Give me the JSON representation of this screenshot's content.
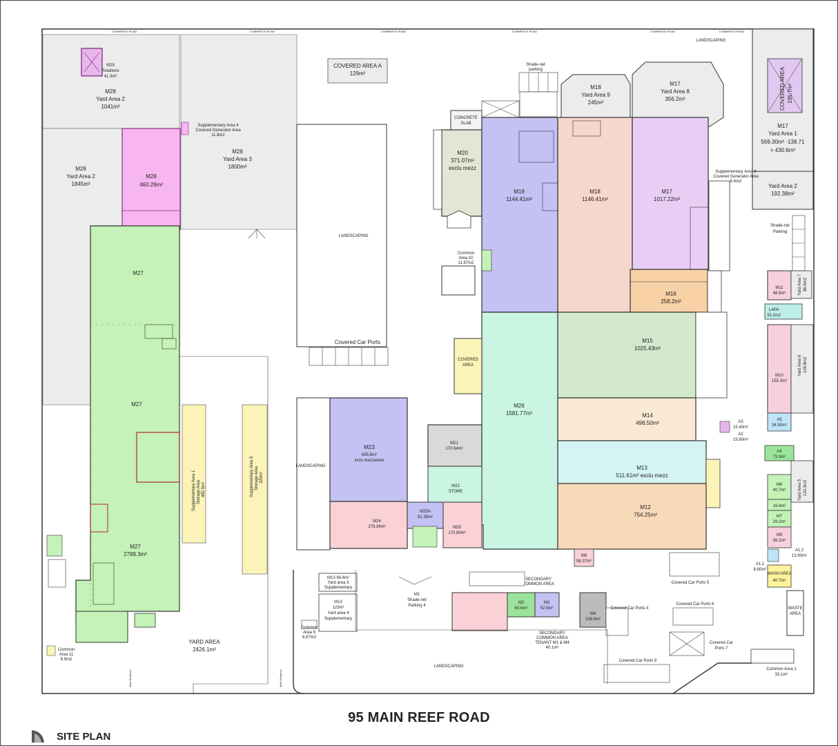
{
  "plan": {
    "top_roads": [
      "COMMERCE ROAD",
      "COMMERCE ROAD",
      "COMMERCE ROAD",
      "COMMERCE ROAD",
      "COMMERCE ROAD",
      "COMMERCE ROAD"
    ],
    "landscaping_top": "LANDSCAPING",
    "covered_area_a": {
      "name": "COVERED AREA A",
      "area": "129m²"
    },
    "m29": {
      "id": "M29",
      "sub": "Rotations",
      "area": "41.3m²"
    },
    "m28_yard2_top": {
      "id": "M28",
      "sub": "Yard Area 2",
      "area": "1041m²"
    },
    "m28_yard2_left": {
      "id": "M28",
      "sub": "Yard Area 2",
      "area": "1845m²"
    },
    "m28_pink": {
      "id": "M28",
      "area": "460.29m²"
    },
    "supp_area_4": {
      "line1": "Supplementary Area 4",
      "line2": "Covered Generator Area",
      "line3": "11.8m2"
    },
    "m28_yard3": {
      "id": "M28",
      "sub": "Yard Area 3",
      "area": "1800m²"
    },
    "landscaping_mid": "LANDSCAPING",
    "covered_car_ports": "Covered Car Ports",
    "m27_a": "M27",
    "m27_b": "M27",
    "m27_c": {
      "id": "M27",
      "area": "2789.3m²"
    },
    "shadenet_parking": {
      "line1": "Shade-net",
      "line2": "parking"
    },
    "m18_yard9": {
      "id": "M18",
      "sub": "Yard Area 9",
      "area": "245m²"
    },
    "m17_yard8": {
      "id": "M17",
      "sub": "Yard Area 8",
      "area": "356.2m²"
    },
    "covered_area_right": {
      "name": "COVERED AREA",
      "area": "195.7m²"
    },
    "m17_yard1": {
      "id": "M17",
      "sub": "Yard Area 1",
      "calc": "569.30m² -138.71",
      "total": "= 430.6m²"
    },
    "yard_area2_right": {
      "sub": "Yard Area 2",
      "area": "192.38m²"
    },
    "concrete_slab": {
      "line1": "CONCRETE",
      "line2": "SLAB"
    },
    "m20": {
      "id": "M20",
      "area": "371.07m²",
      "note": "exclu mezz"
    },
    "m19": {
      "id": "M19",
      "area": "1144.41m²"
    },
    "m18": {
      "id": "M18",
      "area": "1146.41m²"
    },
    "m17": {
      "id": "M17",
      "area": "1017.22m²"
    },
    "supp_area_6": {
      "line1": "Supplementary Area 6",
      "line2": "Covered Generator Area",
      "line3": "8.4m2"
    },
    "common_area_10": {
      "line1": "Common",
      "line2": "Area 10",
      "line3": "11.67m2"
    },
    "shadenet_parking_right": {
      "line1": "Shade-net",
      "line2": "Parking"
    },
    "m16": {
      "id": "M16",
      "area": "258.2m²"
    },
    "m11": {
      "id": "M11",
      "area": "48.8m²"
    },
    "yard_area7": {
      "line1": "Yard Area 7",
      "line2": "86.6m2"
    },
    "lapa": {
      "name": "LAPA",
      "area": "33.2m2"
    },
    "m15": {
      "id": "M15",
      "area": "1025.43m²"
    },
    "covered_area_mid": {
      "line1": "COVERED",
      "line2": "AREA"
    },
    "m26": {
      "id": "M26",
      "area": "1581.77m²"
    },
    "m10": {
      "id": "M10",
      "area": "155.3m²"
    },
    "yard_area6": {
      "line1": "Yard Area 6",
      "line2": "109.8m2"
    },
    "m14": {
      "id": "M14",
      "area": "498.50m²"
    },
    "a3": {
      "id": "A3",
      "area": "15.40m²"
    },
    "a2": {
      "id": "A2",
      "area": "15.60m²"
    },
    "a5": {
      "id": "A5",
      "area": "34.50m²"
    },
    "a4": {
      "id": "A4",
      "area": "73.3m²"
    },
    "m23": {
      "id": "M23",
      "area": "695.8m²",
      "note": "inclu mezzanine"
    },
    "m21": {
      "id": "M21",
      "area": "170.64m²"
    },
    "m22_store": {
      "id": "M22",
      "sub": "STORE"
    },
    "landscaping_left": "LANDSCAPING",
    "m13": {
      "id": "M13",
      "area": "511.61m² exclu mezz"
    },
    "m8": {
      "id": "M8",
      "area": "40.7m²"
    },
    "yard_area5": {
      "line1": "Yard Area 5",
      "line2": "120.3m2"
    },
    "m7a": {
      "id": "M7",
      "area": "16.8m²"
    },
    "m7": {
      "id": "M7",
      "area": "29.2m²"
    },
    "m24": {
      "id": "M24",
      "area": "279.34m²"
    },
    "m25a": {
      "id": "M25A",
      "area": "91.35m²"
    },
    "m25": {
      "id": "M25",
      "area": "170.80m²"
    },
    "m12": {
      "id": "M12",
      "area": "754.25m²"
    },
    "m9": {
      "id": "M9",
      "area": "39.2m²"
    },
    "a1": {
      "id": "A1.1",
      "area": "8.80m²"
    },
    "a12": {
      "id": "A1.2",
      "area": "13.90m²"
    },
    "wash_area": {
      "name": "WASH AREA",
      "area": "40.7m²"
    },
    "supp_area_1": {
      "line1": "Supplementary Area 1",
      "line2": "Storage Area",
      "line3": "462.5m²"
    },
    "supp_area_5": {
      "line1": "Supplementary Area 5",
      "line2": "Storage Area",
      "line3": "320m²"
    },
    "m13_yard3": {
      "line1": "M13 99.4m²",
      "line2": "Yard area 3",
      "line3": "Supplementary"
    },
    "m13_yard4": {
      "line1": "M13",
      "line2": "123m²",
      "line3": "Yard area 4",
      "line4": "Supplementary"
    },
    "m1": {
      "id": "M1",
      "line1": "Shade-net",
      "line2": "Parking 4"
    },
    "m2": {
      "id": "M2",
      "area": "60.6m²"
    },
    "m3": {
      "id": "M3",
      "area": "52.9m²"
    },
    "m4": {
      "id": "M4",
      "area": "108.9m²"
    },
    "m6": {
      "id": "M6",
      "area": "98.37m²"
    },
    "secondary_common_top": {
      "line1": "SECONDARY",
      "line2": "COMMON AREA"
    },
    "secondary_common_bottom": {
      "line1": "SECONDARY",
      "line2": "COMMON AREA",
      "line3": "TENANT M1 & M4",
      "line4": "40.1m²"
    },
    "covered_car_ports_5": "Covered Car Ports 5",
    "covered_car_ports_6": "Covered Car Ports 6",
    "covered_car_ports_4": "Covered Car Ports 4",
    "covered_car_ports_7": {
      "line1": "Covered Car",
      "line2": "Ports 7"
    },
    "covered_car_ports_8": "Covered Car Ports 8",
    "waste_area": {
      "line1": "WASTE",
      "line2": "AREA"
    },
    "yard_area": {
      "name": "YARD AREA",
      "area": "2426.1m²"
    },
    "common_area_9": {
      "line1": "Common",
      "line2": "Area 9",
      "line3": "6.67m2"
    },
    "common_area_11": {
      "line1": "Common",
      "line2": "Area 11",
      "line3": "8.9m2"
    },
    "common_area_1": {
      "name": "Common Area 1",
      "area": "33.1m²"
    },
    "landscaping_bottom": "LANDSCAPING",
    "main_entrance": "Main Entrance",
    "main_entrance_2": "Main Entrance"
  },
  "title": "95 MAIN REEF ROAD",
  "legend": {
    "label": "SITE PLAN",
    "icon": "site-plan-icon"
  }
}
